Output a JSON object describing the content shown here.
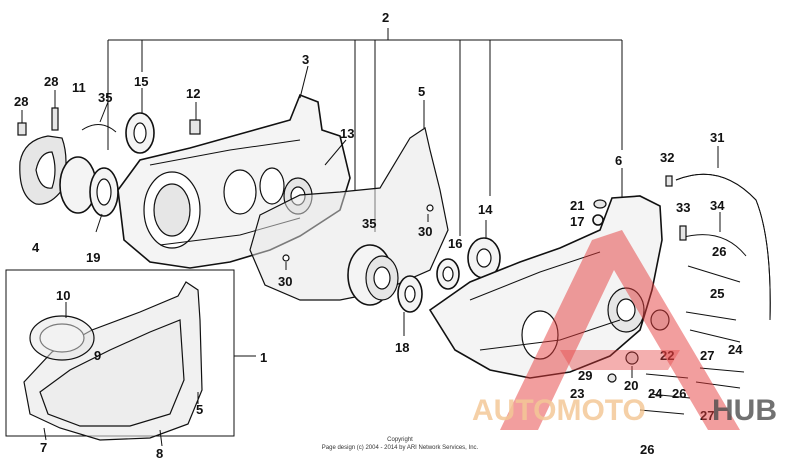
{
  "copyright": {
    "line1": "Copyright",
    "line2": "Page design (c) 2004 - 2014 by ARI Network Services, Inc."
  },
  "watermark": {
    "part1": "AUTOMOTO",
    "part2": "HUB",
    "color_main": "#f2c28c",
    "color_accent": "#e43b3b",
    "color_dark": "#3a3a3a"
  },
  "callouts": {
    "c1": "1",
    "c2": "2",
    "c3": "3",
    "c4": "4",
    "c5a": "5",
    "c5b": "5",
    "c6": "6",
    "c7": "7",
    "c8": "8",
    "c9": "9",
    "c10": "10",
    "c11": "11",
    "c12": "12",
    "c13": "13",
    "c14": "14",
    "c15": "15",
    "c16": "16",
    "c17": "17",
    "c18": "18",
    "c19": "19",
    "c20": "20",
    "c21": "21",
    "c22": "22",
    "c23": "23",
    "c24a": "24",
    "c24b": "24",
    "c25": "25",
    "c26a": "26",
    "c26b": "26",
    "c26c": "26",
    "c27a": "27",
    "c27b": "27",
    "c28a": "28",
    "c28b": "28",
    "c29": "29",
    "c30a": "30",
    "c30b": "30",
    "c31": "31",
    "c32": "32",
    "c33": "33",
    "c34": "34",
    "c35a": "35",
    "c35b": "35"
  }
}
